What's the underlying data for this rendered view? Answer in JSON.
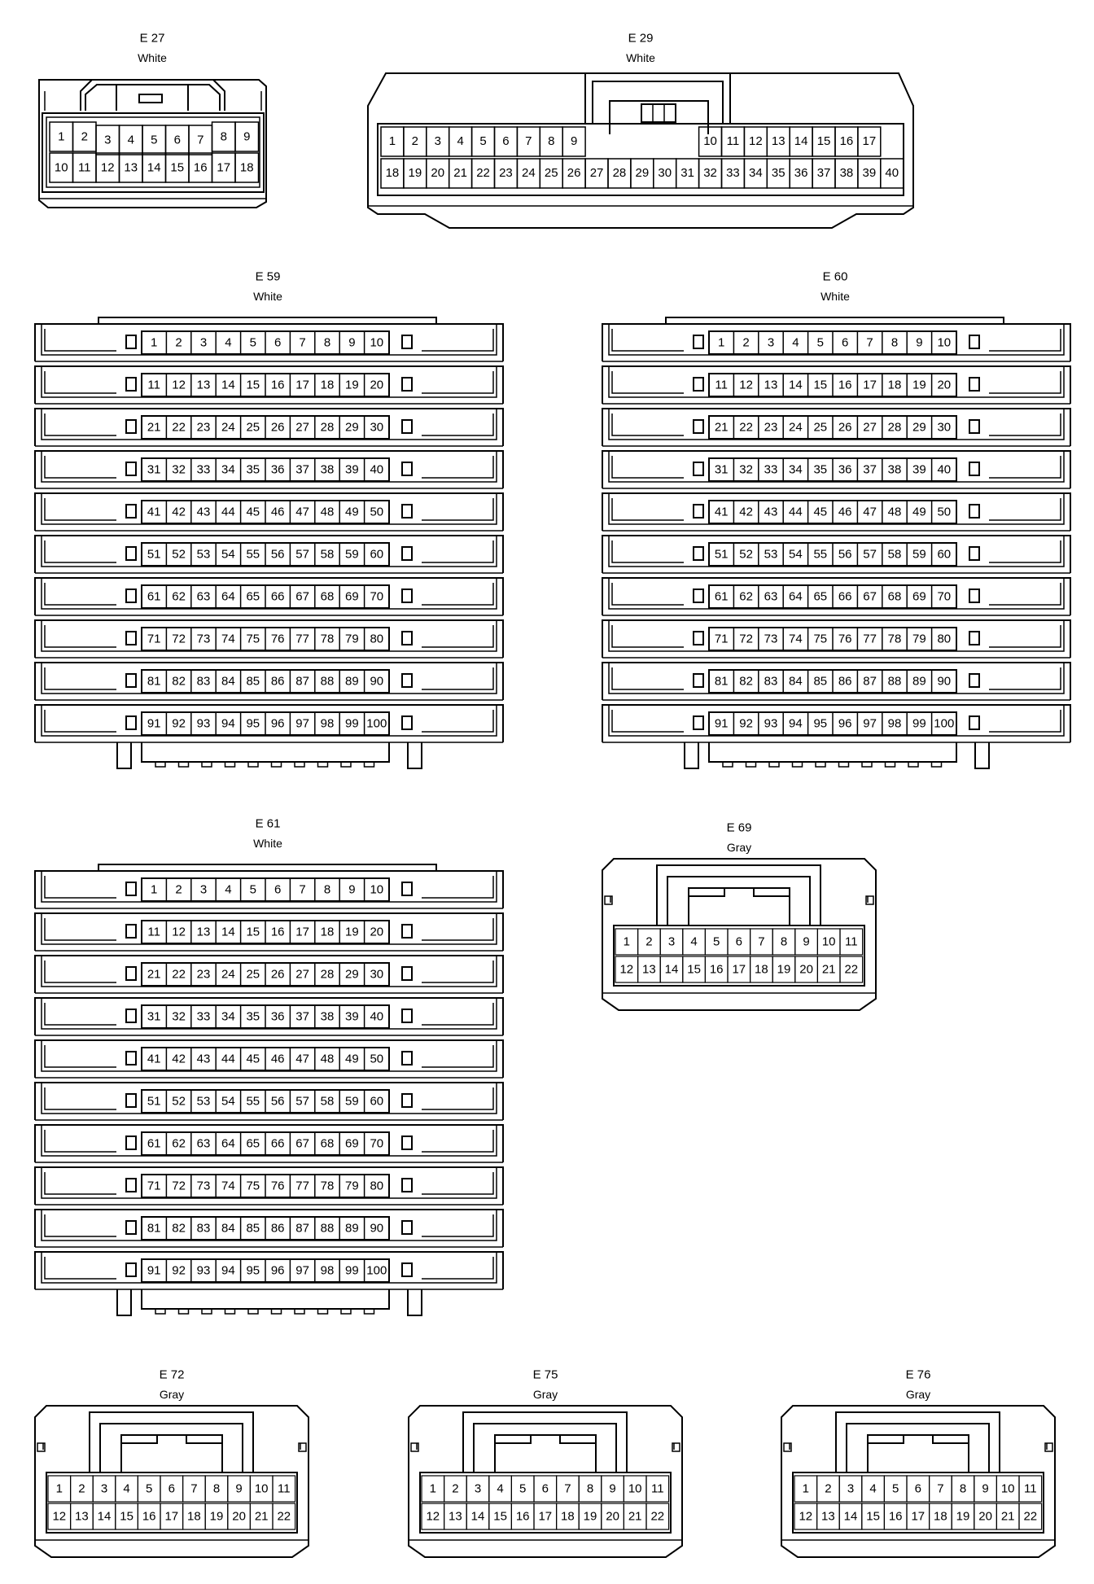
{
  "connectors": [
    {
      "id": "E27",
      "code": "E 27",
      "color": "White",
      "type": "small18",
      "rows": [
        [
          "1",
          "2",
          "3",
          "4",
          "5",
          "6",
          "7",
          "8",
          "9"
        ],
        [
          "10",
          "11",
          "12",
          "13",
          "14",
          "15",
          "16",
          "17",
          "18"
        ]
      ]
    },
    {
      "id": "E29",
      "code": "E 29",
      "color": "White",
      "type": "wide40",
      "rows": [
        [
          "1",
          "2",
          "3",
          "4",
          "5",
          "6",
          "7",
          "8",
          "9",
          "",
          "",
          "",
          "",
          "",
          "10",
          "11",
          "12",
          "13",
          "14",
          "15",
          "16",
          "17"
        ],
        [
          "18",
          "19",
          "20",
          "21",
          "22",
          "23",
          "24",
          "25",
          "26",
          "27",
          "28",
          "29",
          "30",
          "31",
          "32",
          "33",
          "34",
          "35",
          "36",
          "37",
          "38",
          "39",
          "40"
        ]
      ]
    },
    {
      "id": "E59",
      "code": "E 59",
      "color": "White",
      "type": "block100"
    },
    {
      "id": "E60",
      "code": "E 60",
      "color": "White",
      "type": "block100"
    },
    {
      "id": "E61",
      "code": "E 61",
      "color": "White",
      "type": "block100"
    },
    {
      "id": "E69",
      "code": "E 69",
      "color": "Gray",
      "type": "gray22"
    },
    {
      "id": "E72",
      "code": "E 72",
      "color": "Gray",
      "type": "gray22"
    },
    {
      "id": "E75",
      "code": "E 75",
      "color": "Gray",
      "type": "gray22"
    },
    {
      "id": "E76",
      "code": "E 76",
      "color": "Gray",
      "type": "gray22"
    }
  ],
  "block100_rows": [
    [
      "1",
      "2",
      "3",
      "4",
      "5",
      "6",
      "7",
      "8",
      "9",
      "10"
    ],
    [
      "11",
      "12",
      "13",
      "14",
      "15",
      "16",
      "17",
      "18",
      "19",
      "20"
    ],
    [
      "21",
      "22",
      "23",
      "24",
      "25",
      "26",
      "27",
      "28",
      "29",
      "30"
    ],
    [
      "31",
      "32",
      "33",
      "34",
      "35",
      "36",
      "37",
      "38",
      "39",
      "40"
    ],
    [
      "41",
      "42",
      "43",
      "44",
      "45",
      "46",
      "47",
      "48",
      "49",
      "50"
    ],
    [
      "51",
      "52",
      "53",
      "54",
      "55",
      "56",
      "57",
      "58",
      "59",
      "60"
    ],
    [
      "61",
      "62",
      "63",
      "64",
      "65",
      "66",
      "67",
      "68",
      "69",
      "70"
    ],
    [
      "71",
      "72",
      "73",
      "74",
      "75",
      "76",
      "77",
      "78",
      "79",
      "80"
    ],
    [
      "81",
      "82",
      "83",
      "84",
      "85",
      "86",
      "87",
      "88",
      "89",
      "90"
    ],
    [
      "91",
      "92",
      "93",
      "94",
      "95",
      "96",
      "97",
      "98",
      "99",
      "100"
    ]
  ],
  "gray22_rows": [
    [
      "1",
      "2",
      "3",
      "4",
      "5",
      "6",
      "7",
      "8",
      "9",
      "10",
      "11"
    ],
    [
      "12",
      "13",
      "14",
      "15",
      "16",
      "17",
      "18",
      "19",
      "20",
      "21",
      "22"
    ]
  ]
}
